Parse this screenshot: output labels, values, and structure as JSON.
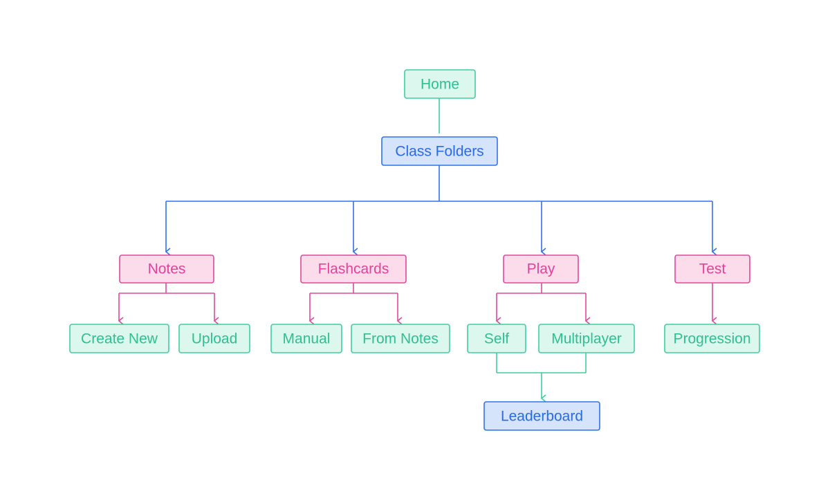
{
  "colors": {
    "green": {
      "fill": "#dcf7ee",
      "stroke": "#3fcf9a",
      "text": "#2ec090"
    },
    "blue": {
      "fill": "#d5e3fb",
      "stroke": "#2f72ea",
      "text": "#2a6ae6"
    },
    "pink": {
      "fill": "#fcdcea",
      "stroke": "#e0489a",
      "text": "#e0449a"
    }
  },
  "nodes": {
    "home": {
      "label": "Home",
      "color": "green"
    },
    "class_folders": {
      "label": "Class Folders",
      "color": "blue"
    },
    "notes": {
      "label": "Notes",
      "color": "pink"
    },
    "flashcards": {
      "label": "Flashcards",
      "color": "pink"
    },
    "play": {
      "label": "Play",
      "color": "pink"
    },
    "test": {
      "label": "Test",
      "color": "pink"
    },
    "create_new": {
      "label": "Create New",
      "color": "green"
    },
    "upload": {
      "label": "Upload",
      "color": "green"
    },
    "manual": {
      "label": "Manual",
      "color": "green"
    },
    "from_notes": {
      "label": "From Notes",
      "color": "green"
    },
    "self": {
      "label": "Self",
      "color": "green"
    },
    "multiplayer": {
      "label": "Multiplayer",
      "color": "green"
    },
    "progression": {
      "label": "Progression",
      "color": "green"
    },
    "leaderboard": {
      "label": "Leaderboard",
      "color": "blue"
    }
  },
  "edges": [
    {
      "from": "home",
      "to": [
        "class_folders"
      ],
      "color": "green"
    },
    {
      "from": "class_folders",
      "to": [
        "notes",
        "flashcards",
        "play",
        "test"
      ],
      "color": "blue"
    },
    {
      "from": "notes",
      "to": [
        "create_new",
        "upload"
      ],
      "color": "pink"
    },
    {
      "from": "flashcards",
      "to": [
        "manual",
        "from_notes"
      ],
      "color": "pink"
    },
    {
      "from": "play",
      "to": [
        "self",
        "multiplayer"
      ],
      "color": "pink"
    },
    {
      "from": "test",
      "to": [
        "progression"
      ],
      "color": "pink"
    },
    {
      "from": [
        "self",
        "multiplayer"
      ],
      "to": [
        "leaderboard"
      ],
      "color": "green"
    }
  ]
}
